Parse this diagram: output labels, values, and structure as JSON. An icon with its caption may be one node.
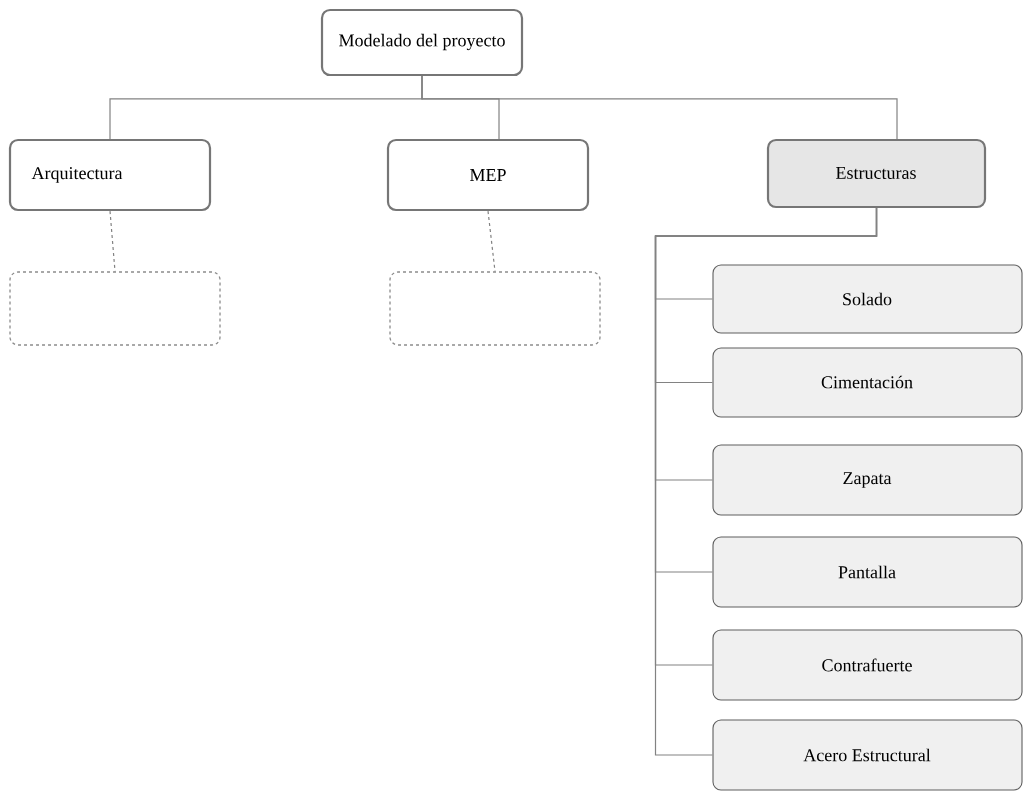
{
  "diagram": {
    "nodes": [
      {
        "text": [
          "Modelado del proyecto"
        ]
      },
      {
        "text": [
          "Arquitectura"
        ]
      },
      {
        "text": [
          "MEP"
        ]
      },
      {
        "text": [
          "Estructuras"
        ]
      },
      {
        "text": [],
        "shape": "box"
      },
      {
        "text": [],
        "shape": "box"
      },
      {
        "text": [
          "Solado"
        ]
      },
      {
        "text": [
          "Cimentación"
        ]
      },
      {
        "text": [
          "Zapata"
        ]
      },
      {
        "text": [
          "Pantalla"
        ]
      },
      {
        "text": [
          "Contrafuerte"
        ]
      },
      {
        "text": [
          "Acero Estructural"
        ]
      }
    ],
    "edges": [
      {
        "from": 0,
        "to": 1,
        "arrow": "none"
      },
      {
        "from": 0,
        "to": 2,
        "arrow": "none"
      },
      {
        "from": 0,
        "to": 3,
        "arrow": "none"
      },
      {
        "from": 1,
        "to": 4,
        "arrow": "none",
        "style": "dashed"
      },
      {
        "from": 2,
        "to": 5,
        "arrow": "none",
        "style": "dashed"
      },
      {
        "from": 3,
        "to": 6,
        "arrow": "none"
      },
      {
        "from": 3,
        "to": 7,
        "arrow": "none"
      },
      {
        "from": 3,
        "to": 8,
        "arrow": "none"
      },
      {
        "from": 3,
        "to": 9,
        "arrow": "none"
      },
      {
        "from": 3,
        "to": 10,
        "arrow": "none"
      },
      {
        "from": 3,
        "to": 11,
        "arrow": "none"
      }
    ]
  }
}
